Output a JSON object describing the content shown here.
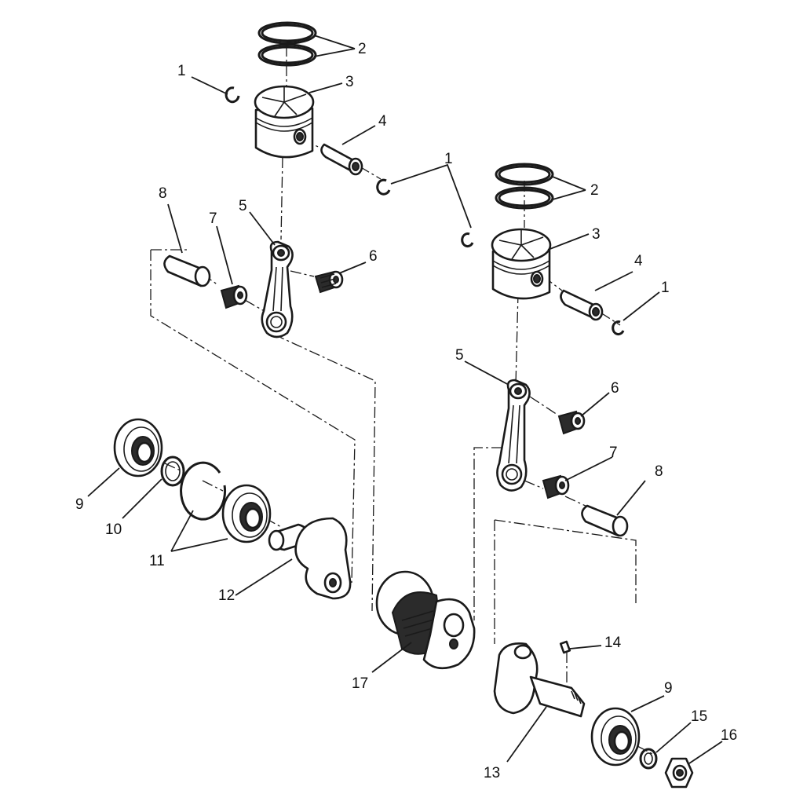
{
  "callouts": {
    "c1a": "1",
    "c2a": "2",
    "c3a": "3",
    "c4a": "4",
    "c1b": "1",
    "c2b": "2",
    "c3b": "3",
    "c4b": "4",
    "c1c": "1",
    "c5a": "5",
    "c6a": "6",
    "c7a": "7",
    "c8a": "8",
    "c5b": "5",
    "c6b": "6",
    "c7b": "7",
    "c8b": "8",
    "c9a": "9",
    "c10": "10",
    "c11": "11",
    "c12": "12",
    "c17": "17",
    "c13": "13",
    "c14": "14",
    "c9b": "9",
    "c15": "15",
    "c16": "16"
  }
}
